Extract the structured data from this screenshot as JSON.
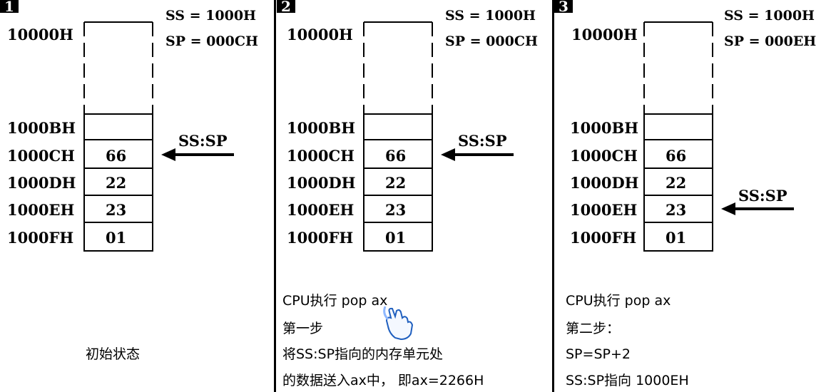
{
  "panels": [
    {
      "number": "1",
      "ss": "SS = 1000H",
      "sp": "SP = 000CH",
      "top_address": "10000H",
      "addresses": [
        "1000BH",
        "1000CH",
        "1000DH",
        "1000EH",
        "1000FH"
      ],
      "values": [
        "",
        "66",
        "22",
        "23",
        "01"
      ],
      "pointer_label": "SS:SP",
      "pointer_row": 1,
      "caption": [
        "初始状态"
      ]
    },
    {
      "number": "2",
      "ss": "SS = 1000H",
      "sp": "SP = 000CH",
      "top_address": "10000H",
      "addresses": [
        "1000BH",
        "1000CH",
        "1000DH",
        "1000EH",
        "1000FH"
      ],
      "values": [
        "",
        "66",
        "22",
        "23",
        "01"
      ],
      "pointer_label": "SS:SP",
      "pointer_row": 1,
      "caption": [
        "CPU执行 pop ax",
        "第一步",
        "将SS:SP指向的内存单元处",
        "的数据送入ax中， 即ax=2266H"
      ]
    },
    {
      "number": "3",
      "ss": "SS = 1000H",
      "sp": "SP = 000EH",
      "top_address": "10000H",
      "addresses": [
        "1000BH",
        "1000CH",
        "1000DH",
        "1000EH",
        "1000FH"
      ],
      "values": [
        "",
        "66",
        "22",
        "23",
        "01"
      ],
      "pointer_label": "SS:SP",
      "pointer_row": 3,
      "caption": [
        "CPU执行 pop ax",
        "第二步：",
        "SP=SP+2",
        "SS:SP指向 1000EH"
      ]
    }
  ],
  "icons": {
    "cursor": "hand-pointer-icon"
  }
}
